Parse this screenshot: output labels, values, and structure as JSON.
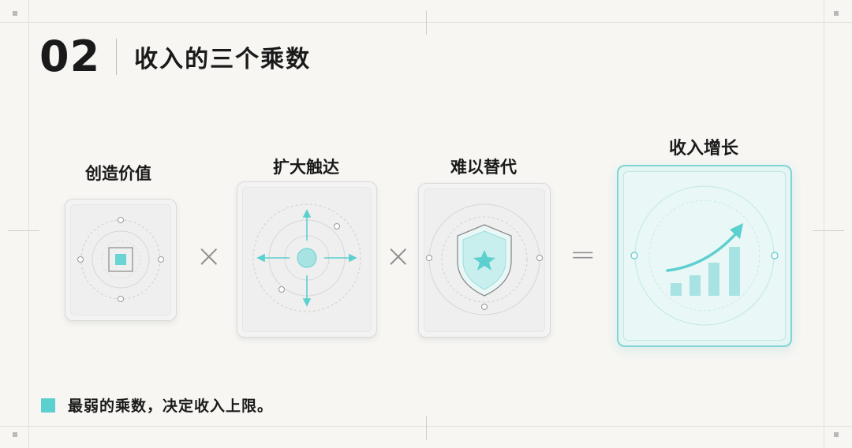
{
  "header": {
    "number": "02",
    "title": "收入的三个乘数"
  },
  "factors": [
    {
      "label": "创造价值",
      "icon": "target-square-icon"
    },
    {
      "label": "扩大触达",
      "icon": "expand-arrows-icon"
    },
    {
      "label": "难以替代",
      "icon": "shield-star-icon"
    }
  ],
  "operators": {
    "multiply": "×",
    "equals": "="
  },
  "result": {
    "label": "收入增长",
    "icon": "growth-chart-icon"
  },
  "footer": {
    "text": "最弱的乘数，决定收入上限。"
  },
  "colors": {
    "accent": "#5ccfcf",
    "accent_border": "#7fd6d4",
    "background": "#f7f6f3"
  }
}
